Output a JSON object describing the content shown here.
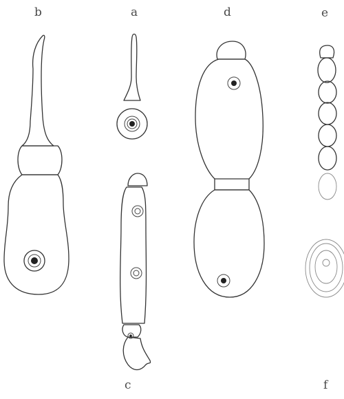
{
  "figure_labels": {
    "a": "a",
    "b": "b",
    "c": "c",
    "d": "d",
    "e": "e",
    "f": "f"
  },
  "colors": {
    "ink": "#333333",
    "background": "#ffffff"
  }
}
